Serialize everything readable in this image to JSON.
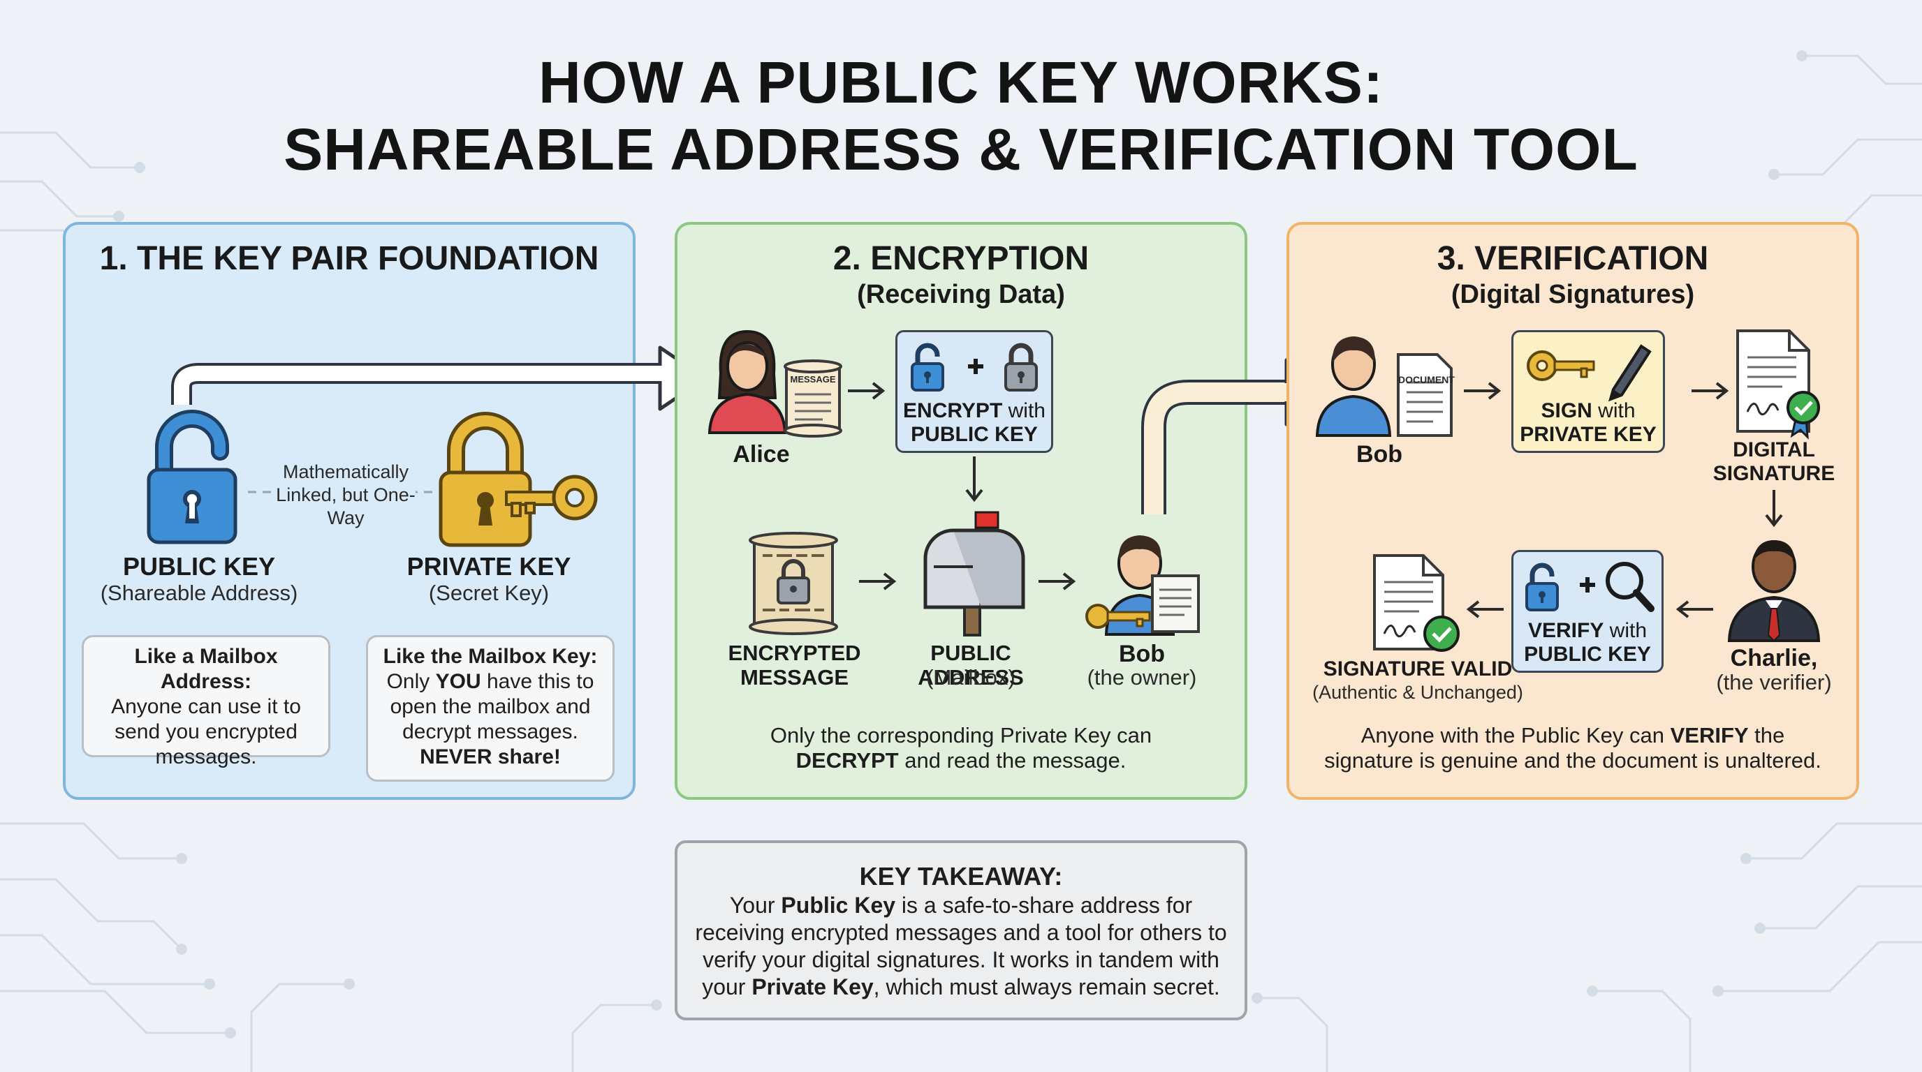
{
  "title": {
    "line1": "HOW A PUBLIC KEY WORKS:",
    "line2": "SHAREABLE ADDRESS & VERIFICATION TOOL"
  },
  "panel1": {
    "title": "1. THE KEY PAIR FOUNDATION",
    "link_label": "Mathematically Linked, but One-Way",
    "public_key": {
      "label": "PUBLIC KEY",
      "sub": "(Shareable Address)"
    },
    "private_key": {
      "label": "PRIVATE KEY",
      "sub": "(Secret Key)"
    },
    "public_callout": {
      "bold": "Like a Mailbox Address:",
      "text": "Anyone can use it to send you encrypted messages."
    },
    "private_callout": {
      "bold": "Like the Mailbox Key:",
      "text_a": "Only ",
      "bold2": "YOU",
      "text_b": " have this to open the mailbox and decrypt messages.",
      "bold3": "NEVER share!"
    }
  },
  "panel2": {
    "title": "2. ENCRYPTION",
    "subtitle": "(Receiving Data)",
    "alice": "Alice",
    "message_tag": "MESSAGE",
    "encrypt_box": {
      "bold": "ENCRYPT",
      "with": " with",
      "line2": "PUBLIC KEY"
    },
    "encrypted_message": "ENCRYPTED MESSAGE",
    "public_address": {
      "label": "PUBLIC ADDRESS",
      "sub": "(Mailbox)"
    },
    "bob": {
      "label": "Bob",
      "sub": "(the owner)"
    },
    "caption": {
      "text_a": "Only the corresponding Private Key can",
      "bold": "DECRYPT",
      "text_b": " and read the message."
    }
  },
  "panel3": {
    "title": "3. VERIFICATION",
    "subtitle": "(Digital Signatures)",
    "bob": "Bob",
    "document_tag": "DOCUMENT",
    "sign_box": {
      "bold": "SIGN",
      "with": " with",
      "line2": "PRIVATE KEY"
    },
    "digital_signature": "DIGITAL SIGNATURE",
    "charlie": {
      "label": "Charlie,",
      "sub": "(the verifier)"
    },
    "verify_box": {
      "bold": "VERIFY",
      "with": " with",
      "line2": "PUBLIC KEY"
    },
    "signature_valid": {
      "label": "SIGNATURE VALID",
      "sub": "(Authentic & Unchanged)"
    },
    "caption": {
      "text_a": "Anyone with the Public Key can ",
      "bold": "VERIFY",
      "text_b": " the",
      "line2": "signature is genuine and the document is unaltered."
    }
  },
  "takeaway": {
    "title": "KEY TAKEAWAY:",
    "t1": "Your ",
    "b1": "Public Key",
    "t2": " is a safe-to-share address for",
    "t3": "receiving encrypted messages and a tool for others to",
    "t4": "verify your digital signatures. It works in tandem with",
    "t5": "your ",
    "b2": "Private Key",
    "t6": ", which must always remain secret."
  },
  "colors": {
    "panel1_bg": "#d9ebf8",
    "panel1_border": "#7fb6dd",
    "panel2_bg": "#e1f0dc",
    "panel2_border": "#8cc784",
    "panel3_bg": "#fbe6cf",
    "panel3_border": "#f0b36a",
    "lock_blue": "#3f8fd6",
    "lock_gold": "#e8b83a",
    "check_green": "#3fae4e",
    "mailbox_flag": "#e0332e"
  }
}
